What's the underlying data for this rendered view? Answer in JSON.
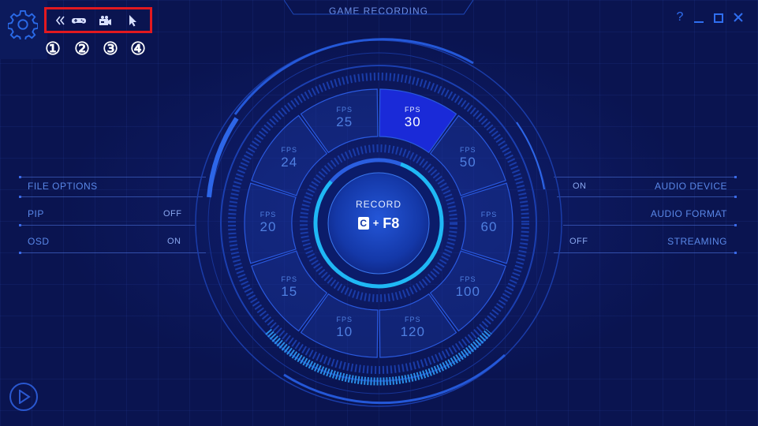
{
  "header": {
    "title": "GAME RECORDING",
    "help": "?"
  },
  "toolbar": {
    "items": [
      {
        "icon": "collapse-chevrons-icon",
        "number": "①"
      },
      {
        "icon": "gamepad-icon",
        "number": "②"
      },
      {
        "icon": "video-camera-icon",
        "number": "③"
      },
      {
        "icon": "cursor-arrow-icon",
        "number": "④"
      }
    ],
    "highlight_color": "#e2191f"
  },
  "left_options": [
    {
      "label": "FILE OPTIONS",
      "state": ""
    },
    {
      "label": "PIP",
      "state": "OFF"
    },
    {
      "label": "OSD",
      "state": "ON"
    }
  ],
  "right_options": [
    {
      "label": "AUDIO DEVICE",
      "state": "ON"
    },
    {
      "label": "AUDIO FORMAT",
      "state": ""
    },
    {
      "label": "STREAMING",
      "state": "OFF"
    }
  ],
  "record": {
    "label": "RECORD",
    "hotkey_icon": "C",
    "hotkey_plus": "+",
    "hotkey_key": "F8"
  },
  "fps_options": {
    "prefix": "FPS",
    "values": [
      "30",
      "50",
      "60",
      "100",
      "120",
      "10",
      "15",
      "20",
      "24",
      "25"
    ],
    "selected": "30"
  },
  "colors": {
    "background": "#0a1450",
    "accent": "#2f6ef0",
    "selected_segment": "#1a2ad8",
    "ring_glow": "#1fb8f5"
  }
}
